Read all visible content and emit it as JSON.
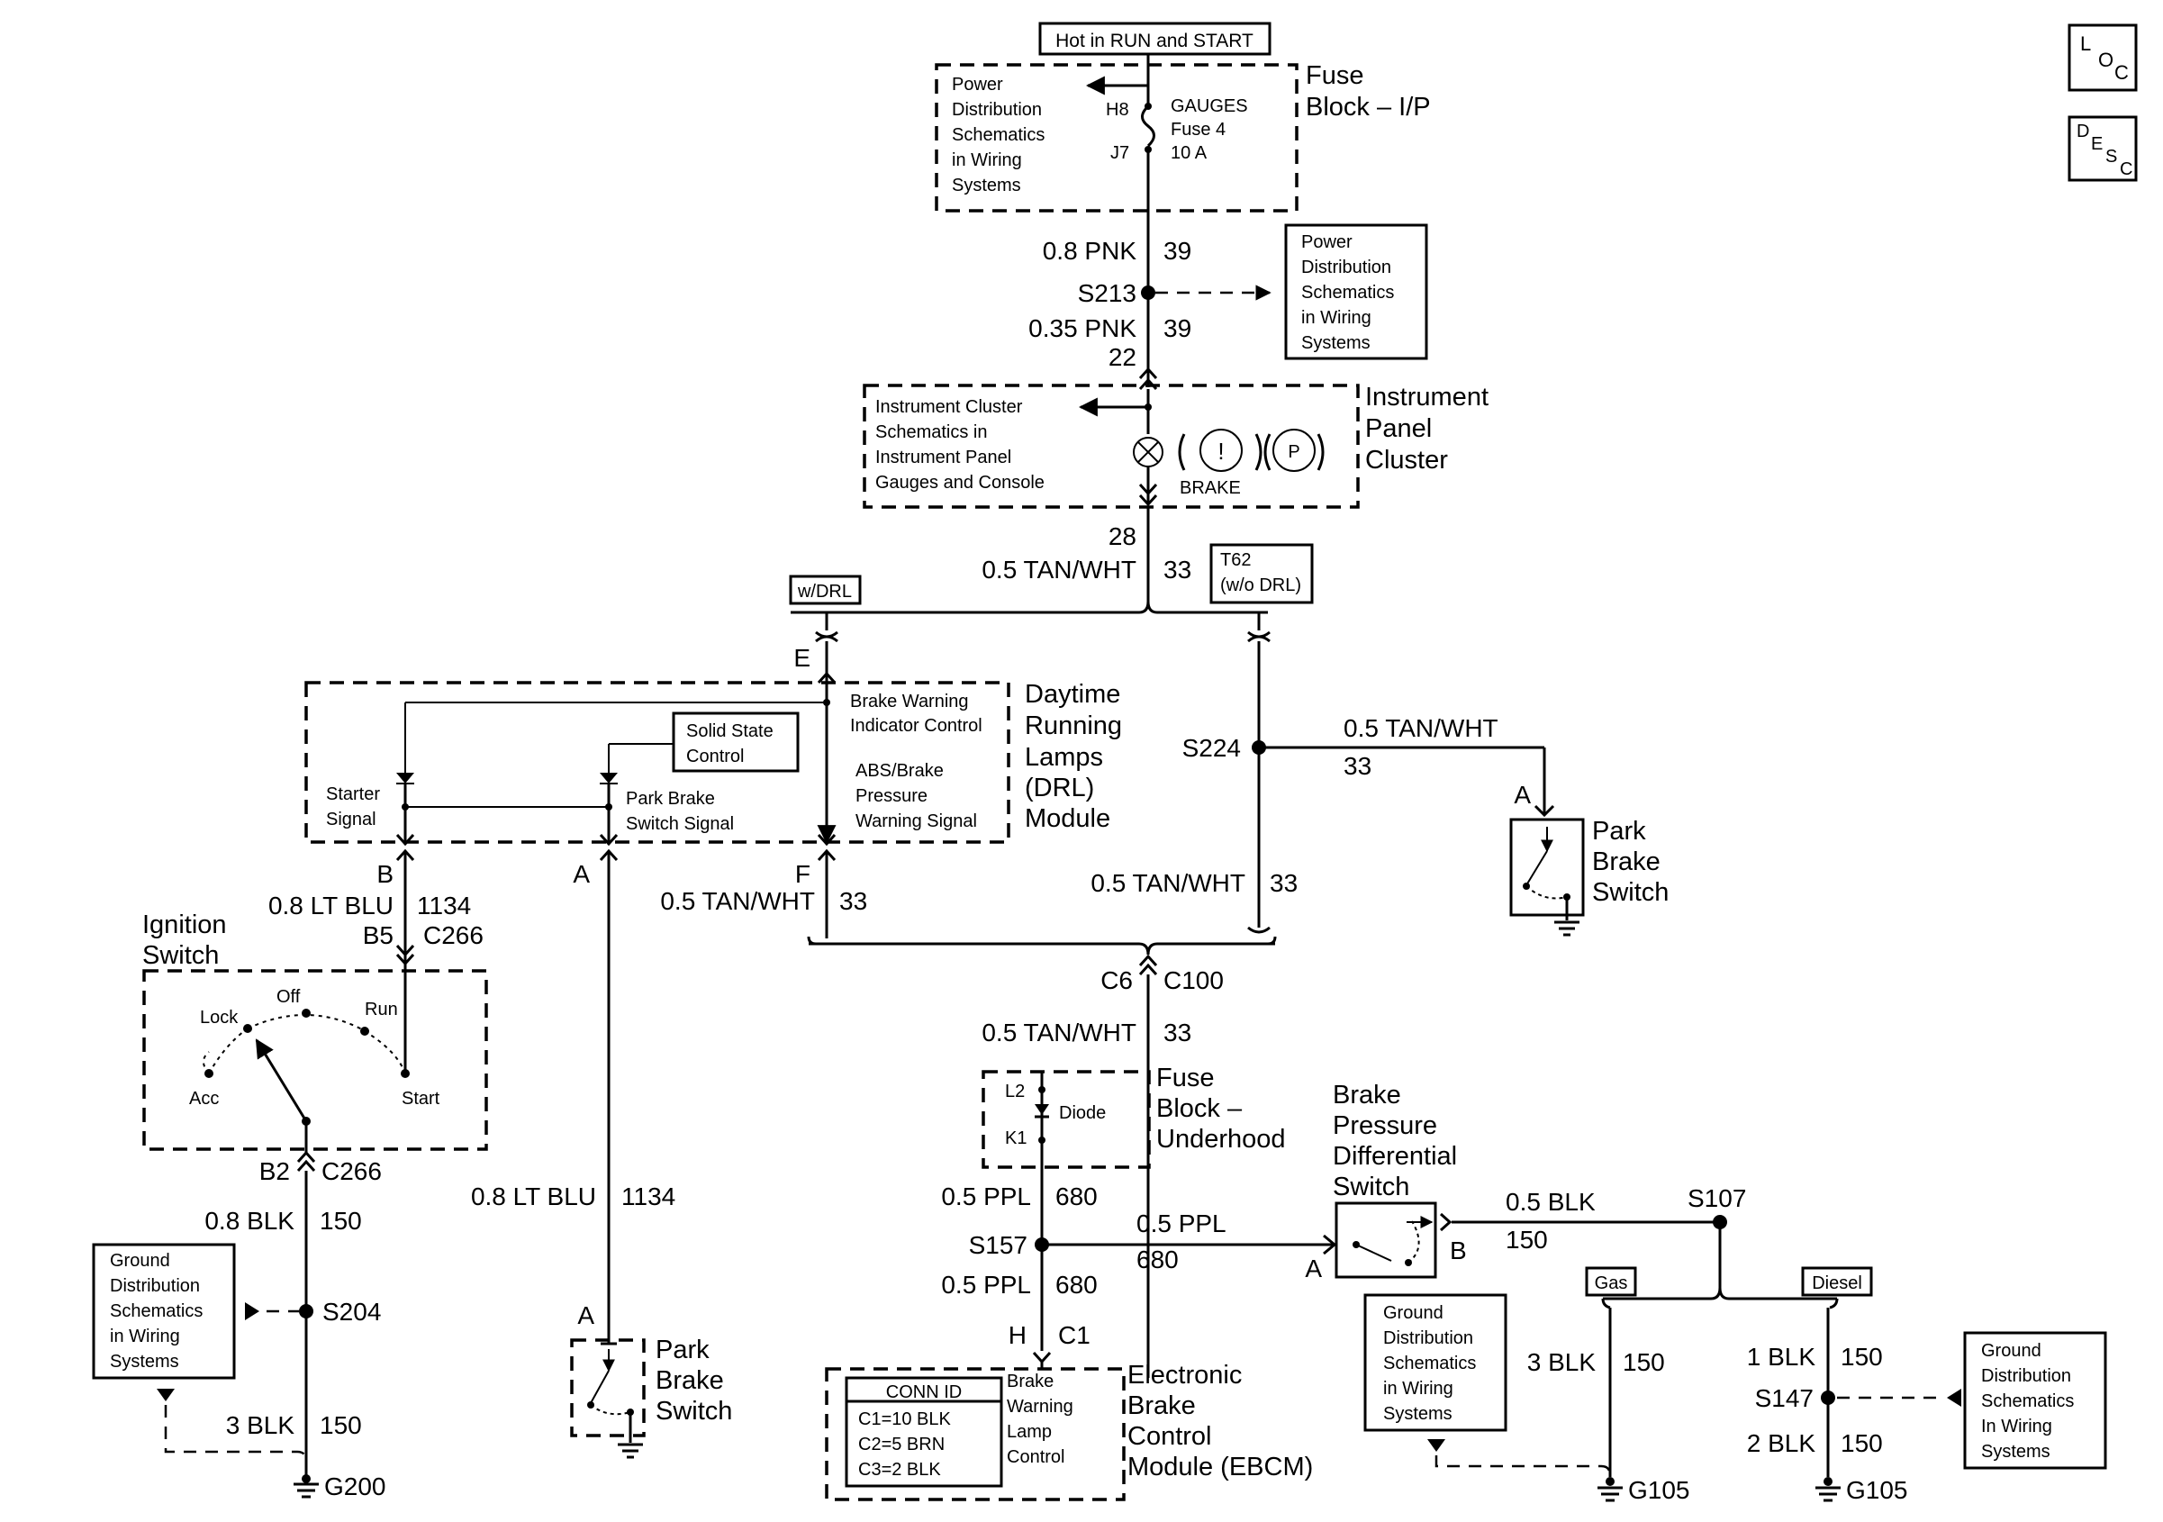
{
  "icons": {
    "loc": {
      "l": "L",
      "o": "O",
      "c": "C"
    },
    "desc": {
      "d": "D",
      "e": "E",
      "s": "S",
      "c": "C"
    }
  },
  "top": {
    "hot_label": "Hot in RUN and START",
    "fuse_block_title": [
      "Fuse",
      "Block – I/P"
    ],
    "power_ref": [
      "Power",
      "Distribution",
      "Schematics",
      "in Wiring",
      "Systems"
    ],
    "h8": "H8",
    "j7": "J7",
    "fuse_text": [
      "GAUGES",
      "Fuse 4",
      "10 A"
    ]
  },
  "wires": {
    "w1_gauge": "0.8 PNK",
    "w1_circuit": "39",
    "s213": "S213",
    "power_ref2": [
      "Power",
      "Distribution",
      "Schematics",
      "in Wiring",
      "Systems"
    ],
    "w2_gauge": "0.35 PNK",
    "w2_circuit": "39",
    "pin22": "22"
  },
  "cluster": {
    "ref": [
      "Instrument Cluster",
      "Schematics in",
      "Instrument Panel",
      "Gauges and Console"
    ],
    "brake": "BRAKE",
    "excl": "!",
    "p": "P",
    "title": [
      "Instrument",
      "Panel",
      "Cluster"
    ],
    "pin28": "28",
    "wire_gauge": "0.5 TAN/WHT",
    "wire_circuit": "33",
    "t62": [
      "T62",
      "(w/o DRL)"
    ],
    "wdrl": "w/DRL"
  },
  "drl": {
    "pin_e": "E",
    "brake_ind": [
      "Brake Warning",
      "Indicator Control"
    ],
    "abs": [
      "ABS/Brake",
      "Pressure",
      "Warning Signal"
    ],
    "solid_state": [
      "Solid State",
      "Control"
    ],
    "starter": [
      "Starter",
      "Signal"
    ],
    "park_brake_sig": [
      "Park Brake",
      "Switch Signal"
    ],
    "title": [
      "Daytime",
      "Running",
      "Lamps",
      "(DRL)",
      "Module"
    ],
    "pin_b": "B",
    "pin_a": "A",
    "pin_f": "F",
    "left_gauge": "0.8 LT BLU",
    "left_circuit": "1134",
    "b5": "B5",
    "c266": "C266",
    "f_gauge": "0.5 TAN/WHT",
    "f_circuit": "33"
  },
  "right_branch": {
    "s224": "S224",
    "top_gauge": "0.5 TAN/WHT",
    "top_circuit": "33",
    "pin_a": "A",
    "switch_title": [
      "Park",
      "Brake",
      "Switch"
    ],
    "down_gauge": "0.5 TAN/WHT",
    "down_circuit": "33"
  },
  "ignition": {
    "title": [
      "Ignition",
      "Switch"
    ],
    "lock": "Lock",
    "off": "Off",
    "run": "Run",
    "acc": "Acc",
    "start": "Start",
    "b2": "B2",
    "c266": "C266",
    "w_gauge": "0.8 BLK",
    "w_circuit": "150",
    "ground_ref": [
      "Ground",
      "Distribution",
      "Schematics",
      "in Wiring",
      "Systems"
    ],
    "s204": "S204",
    "w2_gauge": "3 BLK",
    "w2_circuit": "150",
    "g200": "G200"
  },
  "park_left": {
    "gauge": "0.8 LT BLU",
    "circuit": "1134",
    "pin_a": "A",
    "title": [
      "Park",
      "Brake",
      "Switch"
    ]
  },
  "center": {
    "c6": "C6",
    "c100": "C100",
    "w_gauge": "0.5 TAN/WHT",
    "w_circuit": "33",
    "l2": "L2",
    "k1": "K1",
    "diode": "Diode",
    "fuse_title": [
      "Fuse",
      "Block –",
      "Underhood"
    ],
    "ppl1_gauge": "0.5 PPL",
    "ppl1_circuit": "680",
    "s157": "S157",
    "ppl2_gauge": "0.5 PPL",
    "ppl2_circuit": "680",
    "ppl3_gauge": "0.5 PPL",
    "ppl3_circuit": "680",
    "pin_h": "H",
    "c1": "C1",
    "conn_id": "CONN ID",
    "conn_lines": [
      "C1=10 BLK",
      "C2=5 BRN",
      "C3=2 BLK"
    ],
    "ebcm_inner": [
      "Brake",
      "Warning",
      "Lamp",
      "Control"
    ],
    "ebcm_title": [
      "Electronic",
      "Brake",
      "Control",
      "Module (EBCM)"
    ]
  },
  "bpds": {
    "title": [
      "Brake",
      "Pressure",
      "Differential",
      "Switch"
    ],
    "pin_a": "A",
    "pin_b": "B",
    "blk_gauge": "0.5 BLK",
    "blk_circuit": "150",
    "s107": "S107",
    "gas": "Gas",
    "diesel": "Diesel",
    "ground_ref_mid": [
      "Ground",
      "Distribution",
      "Schematics",
      "in Wiring",
      "Systems"
    ],
    "gas_gauge": "3 BLK",
    "gas_circuit": "150",
    "g105a": "G105",
    "d1_gauge": "1 BLK",
    "d1_circuit": "150",
    "s147": "S147",
    "d2_gauge": "2 BLK",
    "d2_circuit": "150",
    "g105b": "G105",
    "ground_ref_right": [
      "Ground",
      "Distribution",
      "Schematics",
      "In Wiring",
      "Systems"
    ]
  }
}
